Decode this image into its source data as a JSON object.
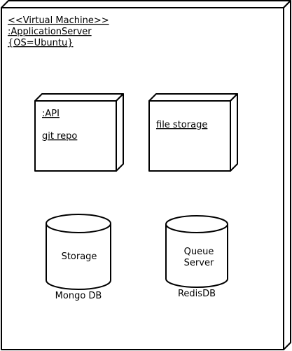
{
  "vm_node": {
    "stereotype": "<<Virtual Machine>>",
    "name": ":ApplicationServer",
    "property": "{OS=Ubuntu}"
  },
  "nodes": [
    {
      "line1": ":API",
      "line2": "git repo"
    },
    {
      "line1": "file storage"
    }
  ],
  "databases": [
    {
      "label_lines": [
        "Storage"
      ],
      "caption": "Mongo DB"
    },
    {
      "label_lines": [
        "Queue",
        "Server"
      ],
      "caption": "RedisDB"
    }
  ]
}
